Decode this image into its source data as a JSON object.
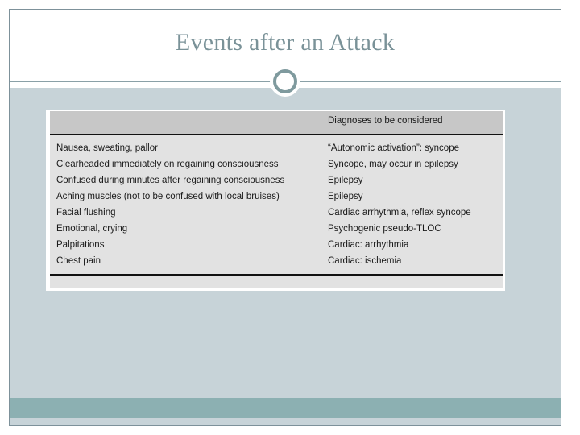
{
  "slide": {
    "title": "Events after an Attack",
    "ornament": "circle-ornament",
    "accent_color": "#7a9298",
    "body_background": "#c7d3d8",
    "bottom_bar_color": "#8cb0b2"
  },
  "table": {
    "headers": {
      "left": "",
      "right": "Diagnoses to be considered"
    },
    "rows": [
      {
        "symptom": "Nausea, sweating, pallor",
        "diagnosis": "“Autonomic activation”: syncope"
      },
      {
        "symptom": "Clearheaded immediately on regaining consciousness",
        "diagnosis": "Syncope, may occur in epilepsy"
      },
      {
        "symptom": "Confused during minutes after regaining consciousness",
        "diagnosis": "Epilepsy"
      },
      {
        "symptom": "Aching muscles (not to be confused with local bruises)",
        "diagnosis": "Epilepsy"
      },
      {
        "symptom": "Facial flushing",
        "diagnosis": "Cardiac arrhythmia, reflex syncope"
      },
      {
        "symptom": "Emotional, crying",
        "diagnosis": "Psychogenic pseudo-TLOC"
      },
      {
        "symptom": "Palpitations",
        "diagnosis": "Cardiac: arrhythmia"
      },
      {
        "symptom": "Chest pain",
        "diagnosis": "Cardiac: ischemia"
      }
    ]
  }
}
